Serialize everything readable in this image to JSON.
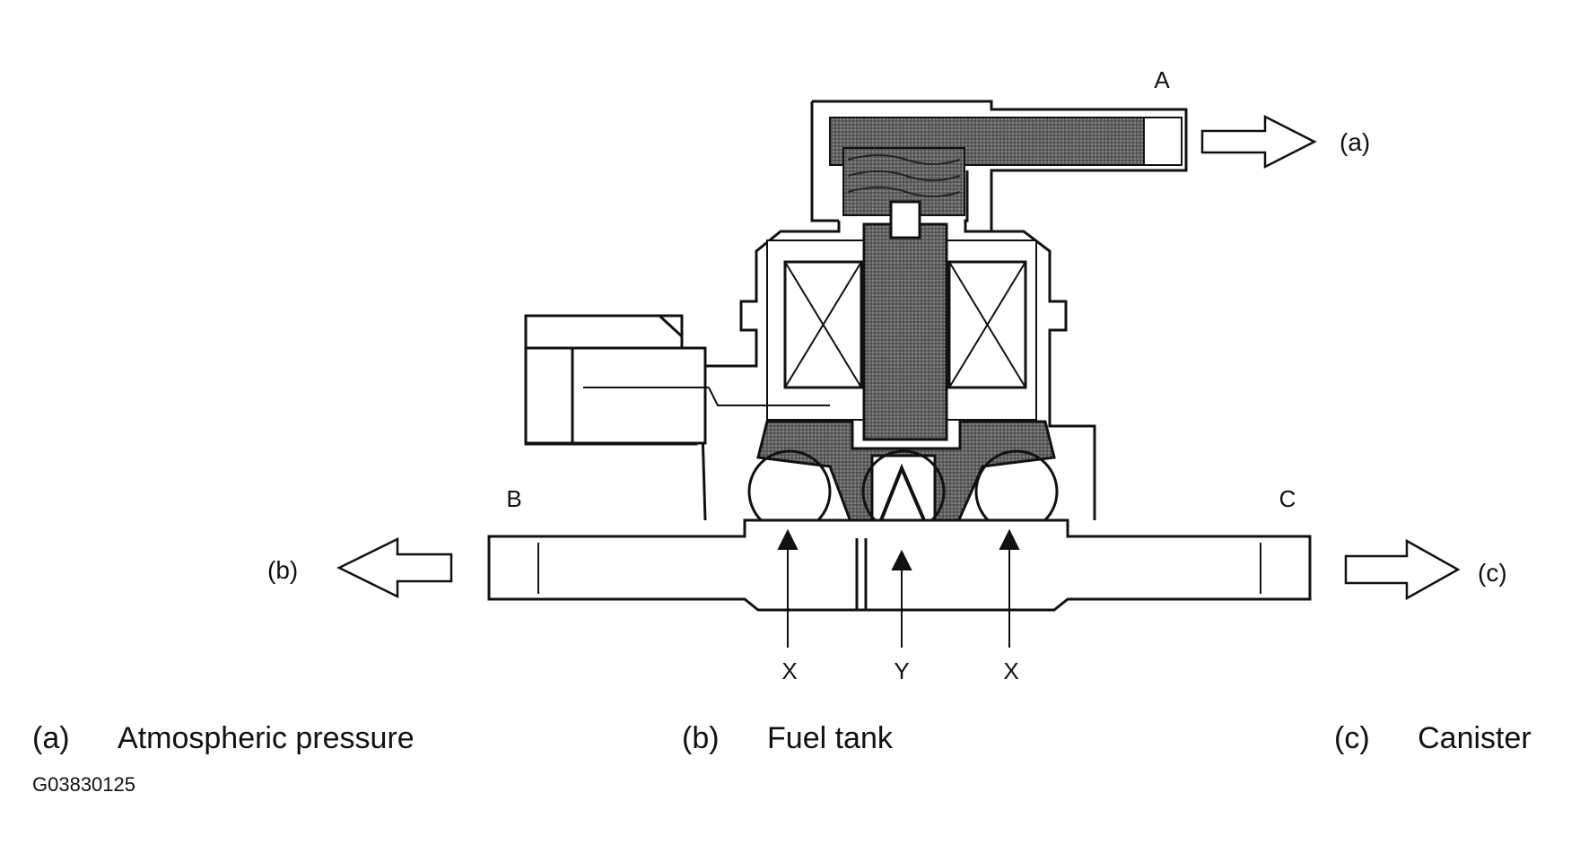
{
  "ports": {
    "a_port": "A",
    "b_port": "B",
    "c_port": "C"
  },
  "flow_labels": {
    "a": "(a)",
    "b": "(b)",
    "c": "(c)"
  },
  "points": {
    "x_left": "X",
    "y_center": "Y",
    "x_right": "X"
  },
  "legend": [
    {
      "key": "(a)",
      "text": "Atmospheric pressure"
    },
    {
      "key": "(b)",
      "text": "Fuel tank"
    },
    {
      "key": "(c)",
      "text": "Canister"
    }
  ],
  "figure_code": "G03830125",
  "colors": {
    "line": "#111111",
    "shading": "#6e6e6e",
    "background": "#ffffff"
  }
}
